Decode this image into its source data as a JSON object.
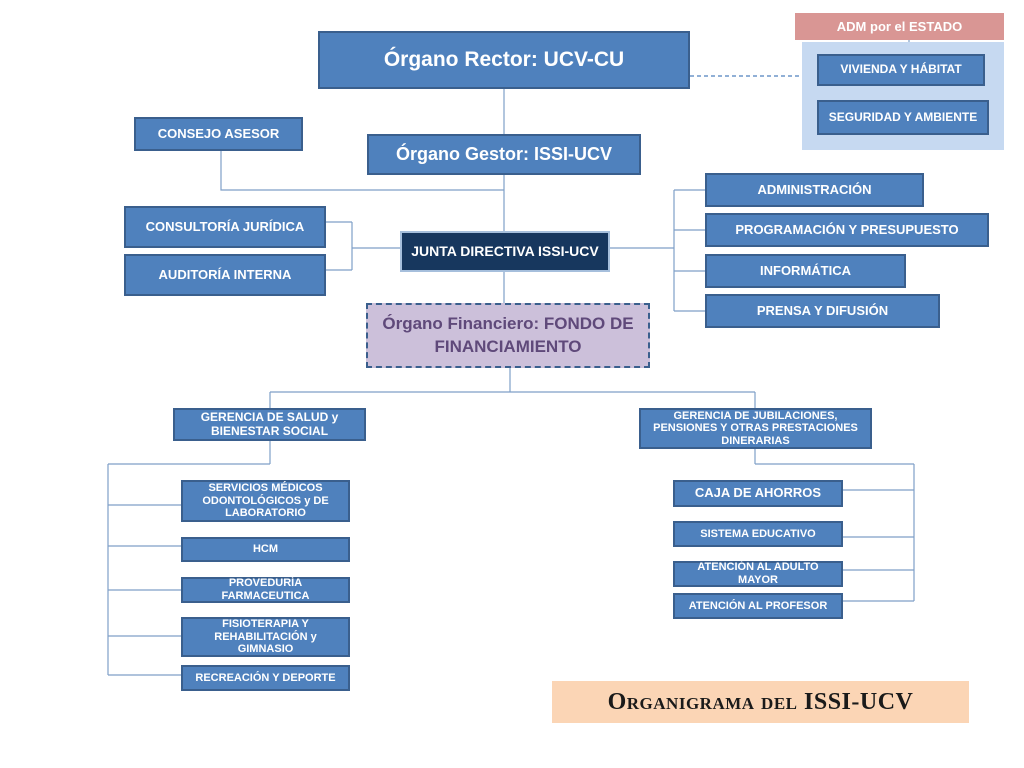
{
  "adm_header": "ADM por el ESTADO",
  "adm_items": [
    "VIVIENDA Y HÁBITAT",
    "SEGURIDAD Y AMBIENTE"
  ],
  "rector": "Órgano  Rector:  UCV-CU",
  "gestor": "Órgano Gestor: ISSI-UCV",
  "consejo": "CONSEJO ASESOR",
  "junta": "JUNTA DIRECTIVA ISSI-UCV",
  "left_units": [
    "CONSULTORÍA JURÍDICA",
    "AUDITORÍA INTERNA"
  ],
  "right_units": [
    "ADMINISTRACIÓN",
    "PROGRAMACIÓN Y PRESUPUESTO",
    "INFORMÁTICA",
    "PRENSA Y DIFUSIÓN"
  ],
  "financiero": "Órgano Financiero: FONDO DE FINANCIAMIENTO",
  "gerencia_salud": "GERENCIA  DE SALUD y BIENESTAR SOCIAL",
  "salud_units": [
    "SERVICIOS MÉDICOS ODONTOLÓGICOS y DE LABORATORIO",
    "HCM",
    "PROVEDURÍA FARMACEUTICA",
    "FISIOTERAPIA Y REHABILITACIÓN y GIMNASIO",
    "RECREACIÓN Y DEPORTE"
  ],
  "gerencia_jub": "GERENCIA  DE  JUBILACIONES, PENSIONES Y OTRAS PRESTACIONES DINERARIAS",
  "jub_units": [
    "CAJA DE AHORROS",
    "SISTEMA EDUCATIVO",
    "ATENCIÓN AL ADULTO MAYOR",
    "ATENCIÓN AL PROFESOR"
  ],
  "title": "Organigrama del ISSI-UCV",
  "colors": {
    "box": "#4f81bd",
    "junta": "#17375e",
    "financiero": "#ccc0da",
    "adm": "#d99694",
    "panel": "#c6d9f1",
    "title_bg": "#fbd5b5"
  }
}
